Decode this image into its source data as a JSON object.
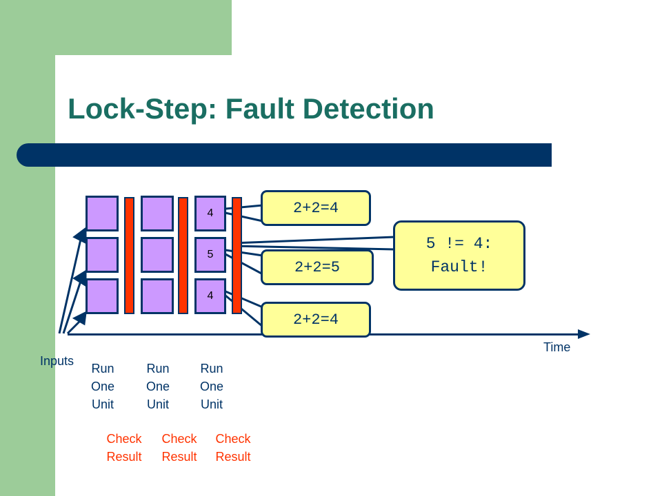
{
  "title": "Lock-Step: Fault Detection",
  "cells": {
    "c1": "4",
    "c2": "5",
    "c3": "4"
  },
  "callouts": {
    "top": "2+2=4",
    "middle": "2+2=5",
    "bottom": "2+2=4"
  },
  "fault": {
    "line1": "5 != 4:",
    "line2": "Fault!"
  },
  "labels": {
    "time": "Time",
    "inputs": "Inputs",
    "run": [
      "Run",
      "One",
      "Unit"
    ],
    "check": [
      "Check",
      "Result"
    ]
  },
  "colors": {
    "green": "#9ccc99",
    "navy": "#003366",
    "teal_title": "#1a6e62",
    "unit_fill": "#cc99ff",
    "check_red": "#ff3300",
    "callout_yellow": "#ffff99"
  }
}
